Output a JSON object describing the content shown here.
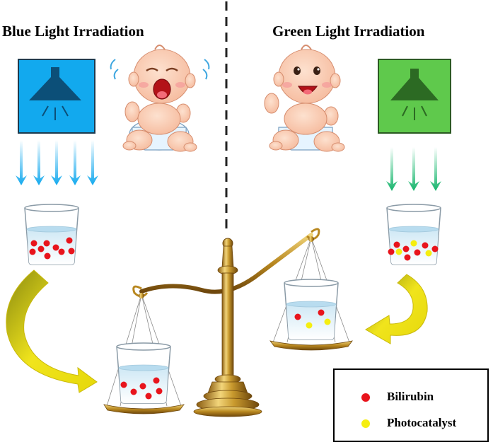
{
  "titles": {
    "blue": "Blue Light Irradiation",
    "green": "Green Light Irradiation"
  },
  "legend": {
    "items": [
      {
        "label": "Bilirubin",
        "color": "#e8141c"
      },
      {
        "label": "Photocatalyst",
        "color": "#f5ee10"
      }
    ]
  },
  "colors": {
    "blue_lamp": "#12a9ee",
    "green_lamp": "#5fc94c",
    "brass": "#c99a2e",
    "arrow_yellow": "#f0e41c"
  },
  "icons": [
    "lamp-icon",
    "crying-baby-icon",
    "smiling-baby-icon",
    "light-ray-arrows",
    "beaker-icon",
    "balance-scale-icon"
  ]
}
